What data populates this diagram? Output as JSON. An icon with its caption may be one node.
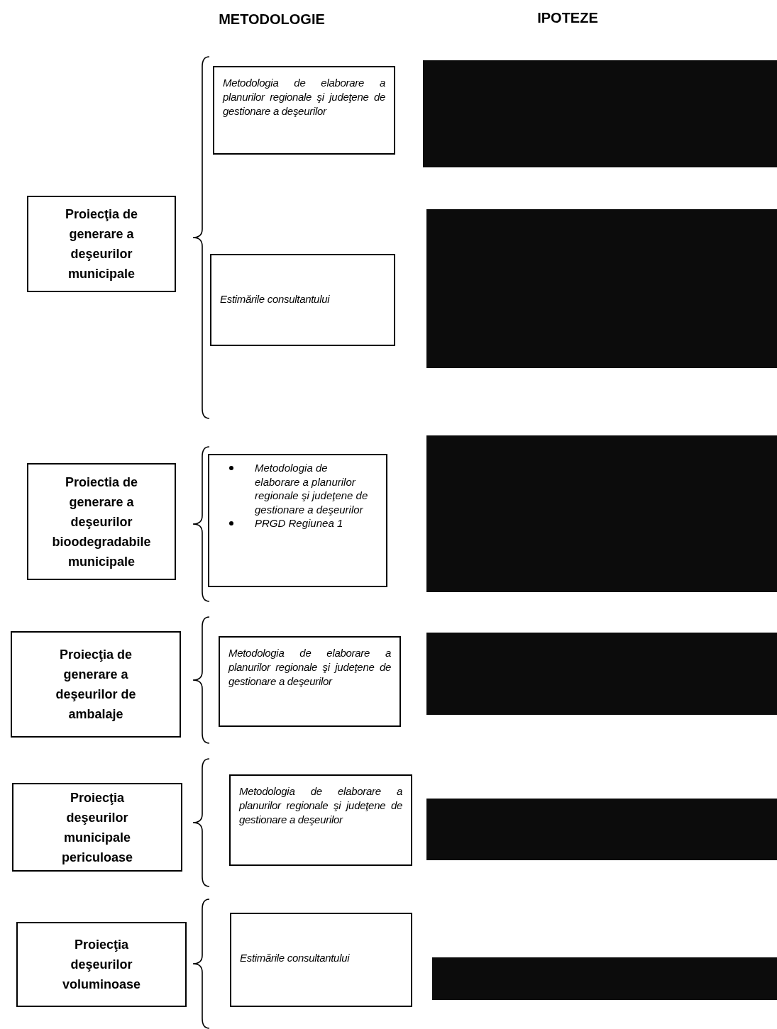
{
  "diagram": {
    "nodes": [
      {
        "text": [
          "Proiecţia de generare a deşeurilor municipale"
        ]
      },
      {
        "text": [
          "Metodologia de elaborare a planurilor regionale şi judeţene de gestionare a deşeurilor"
        ]
      },
      {
        "text": [],
        "shape": "box"
      },
      {
        "text": [
          "Estimările consultantului"
        ]
      },
      {
        "text": [],
        "shape": "box"
      },
      {
        "text": [
          "Proiectia de generare a deşeurilor bioodegradabile municipale"
        ]
      },
      {
        "text": [
          "Metodologia de elaborare a planurilor regionale şi judeţene de gestionare a deşeurilor",
          "PRGD Regiunea 1"
        ]
      },
      {
        "text": [],
        "shape": "box"
      },
      {
        "text": [
          "Proiecţia de generare a deşeurilor de ambalaje"
        ]
      },
      {
        "text": [
          "Metodologia de elaborare a planurilor regionale şi judeţene de gestionare a deşeurilor"
        ]
      },
      {
        "text": [],
        "shape": "box"
      },
      {
        "text": [
          "Proiecţia deşeurilor municipale periculoase"
        ]
      },
      {
        "text": [
          "Metodologia de elaborare a planurilor regionale şi judeţene de gestionare a deşeurilor"
        ]
      },
      {
        "text": [],
        "shape": "box"
      },
      {
        "text": [
          "Proiecţia deşeurilor voluminoase"
        ]
      },
      {
        "text": [
          "Estimările consultantului"
        ]
      },
      {
        "text": [],
        "shape": "box"
      }
    ],
    "edges": [],
    "labels": [
      "METODOLOGIE",
      "IPOTEZE"
    ]
  }
}
